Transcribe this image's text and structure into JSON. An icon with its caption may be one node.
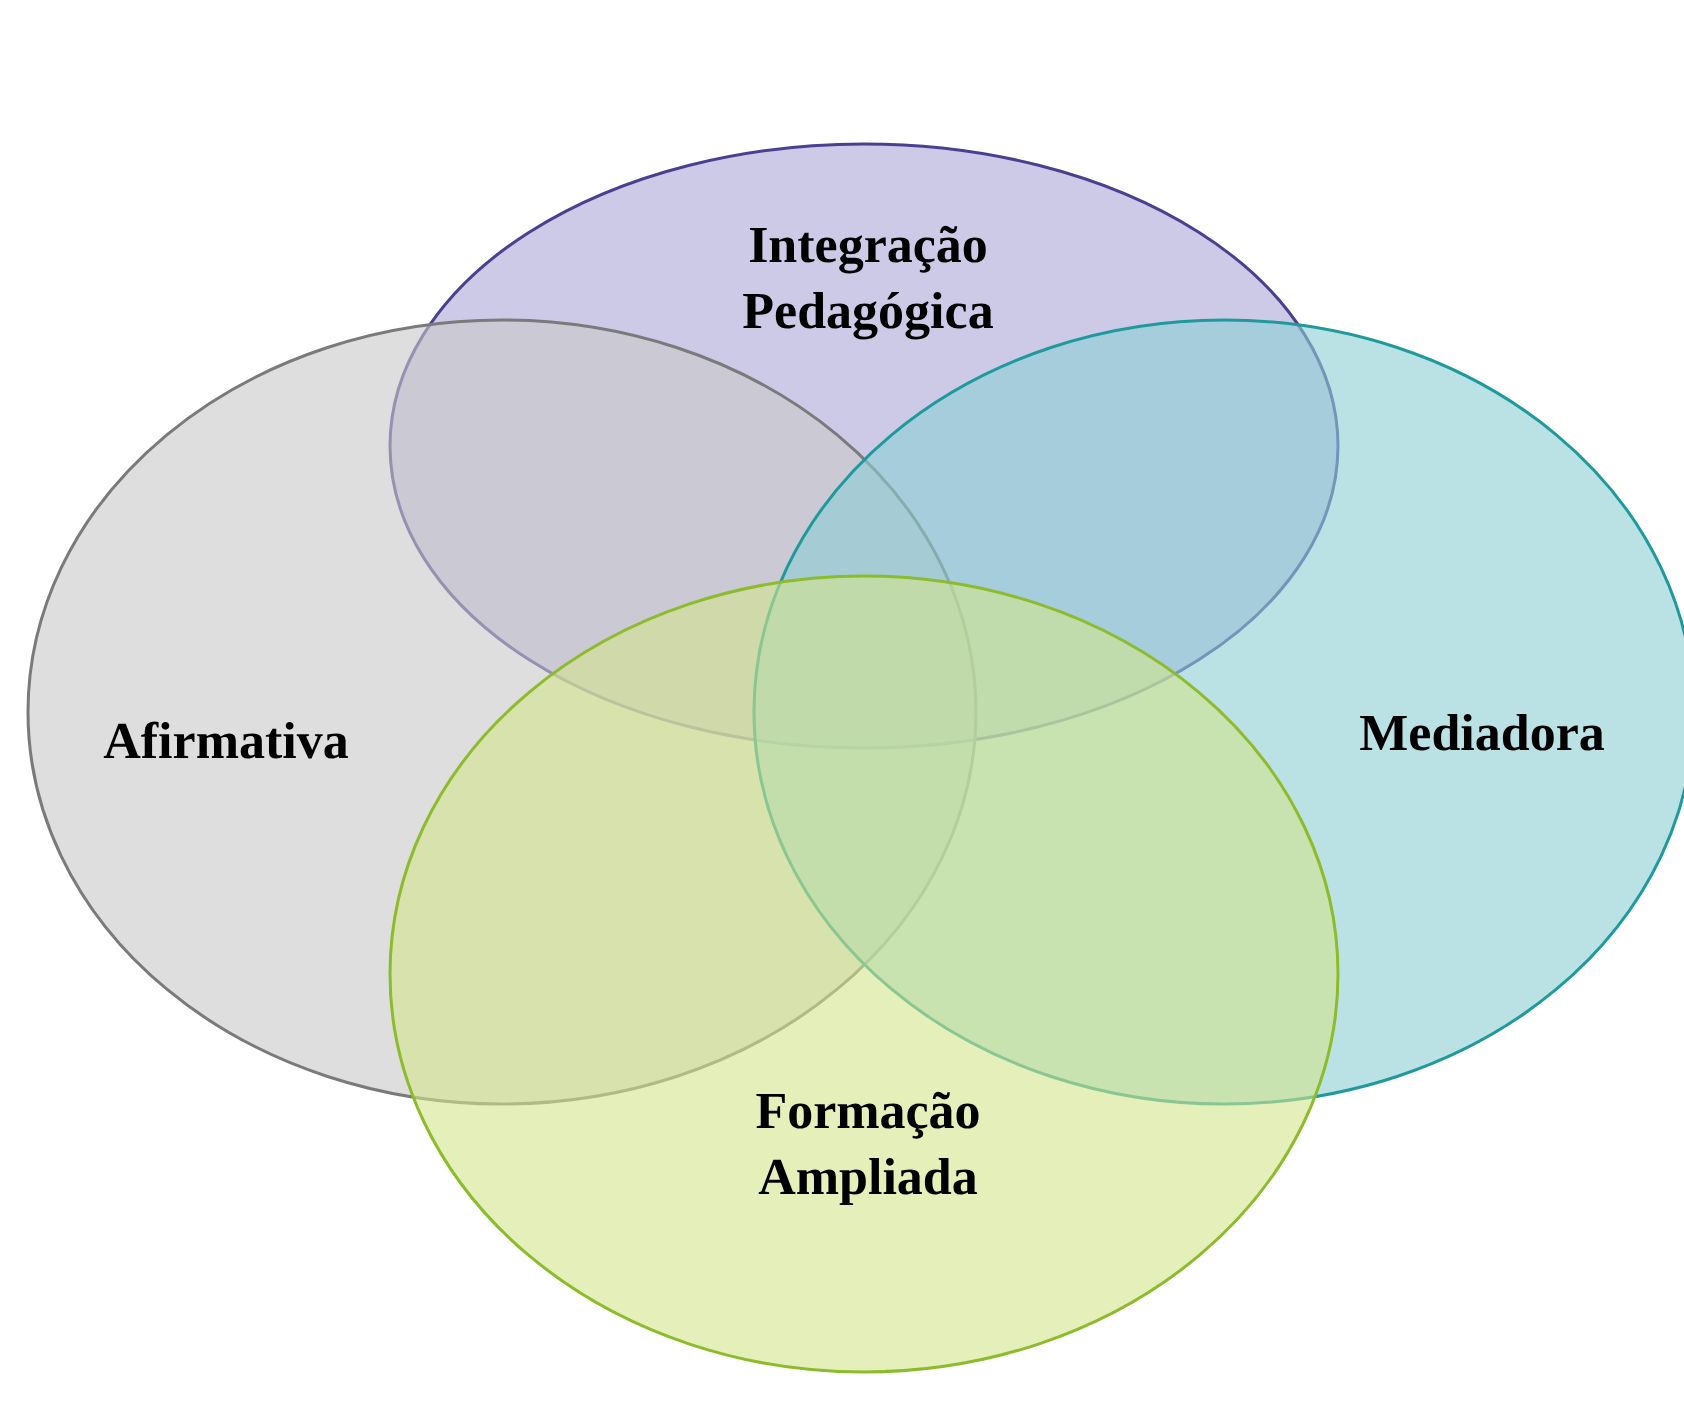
{
  "diagram": {
    "nodes": [
      {
        "text": [
          "Integração Pedagógica"
        ]
      },
      {
        "text": [
          "Afirmativa"
        ]
      },
      {
        "text": [
          "Mediadora"
        ]
      },
      {
        "text": [
          "Formação Ampliada"
        ]
      }
    ]
  }
}
